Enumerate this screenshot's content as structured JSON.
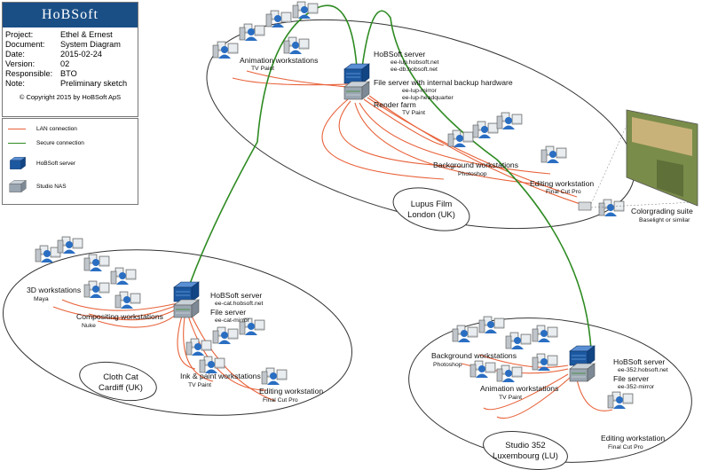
{
  "title": {
    "company": "HoBSoft",
    "rows": [
      {
        "label": "Project:",
        "value": "Ethel & Ernest"
      },
      {
        "label": "Document:",
        "value": "System Diagram"
      },
      {
        "label": "Date:",
        "value": "2015-02-24"
      },
      {
        "label": "Version:",
        "value": "02"
      },
      {
        "label": "Responsible:",
        "value": "BTO"
      },
      {
        "label": "Note:",
        "value": "Preliminary sketch"
      }
    ],
    "copyright": "© Copyright 2015 by HoBSoft ApS"
  },
  "legend": {
    "lan": "LAN connection",
    "secure": "Secure connection",
    "server": "HoBSoft server",
    "nas": "Studio NAS"
  },
  "colors": {
    "lan": "#e8623a",
    "secure": "#2e8b22",
    "server": "#1c58a0",
    "nas": "#8c9aa8",
    "banner": "#1a4f86"
  },
  "london": {
    "site_line1": "Lupus Film",
    "site_line2": "London (UK)",
    "animation": {
      "title": "Animation workstations",
      "sub": "TV Paint"
    },
    "server": {
      "title": "HoBSoft server",
      "sub1": "ee-lup.hobsoft.net",
      "sub2": "ee-db.hobsoft.net"
    },
    "fileserver": {
      "title": "File server with internal backup hardware",
      "sub1": "ee-lup-mirror",
      "sub2": "ee-lup-headquarter"
    },
    "renderfarm": {
      "title": "Render farm",
      "sub": "TV Paint"
    },
    "background": {
      "title": "Background workstations",
      "sub": "Photoshop"
    },
    "editing": {
      "title": "Editing workstation",
      "sub": "Final Cut Pro"
    },
    "colorgrading": {
      "title": "Colorgrading suite",
      "sub": "Baselight or similar"
    }
  },
  "cardiff": {
    "site_line1": "Cloth Cat",
    "site_line2": "Cardiff (UK)",
    "workstations3d": {
      "title": "3D workstations",
      "sub": "Maya"
    },
    "compositing": {
      "title": "Compositing workstations",
      "sub": "Nuke"
    },
    "server": {
      "title": "HoBSoft server",
      "sub": "ee-cat.hobsoft.net"
    },
    "fileserver": {
      "title": "File server",
      "sub": "ee-cat-mirror"
    },
    "inkpaint": {
      "title": "Ink & paint workstations",
      "sub": "TV Paint"
    },
    "editing": {
      "title": "Editing workstation",
      "sub": "Final Cut Pro"
    }
  },
  "luxembourg": {
    "site_line1": "Studio 352",
    "site_line2": "Luxembourg (LU)",
    "background": {
      "title": "Background workstations",
      "sub": "Photoshop"
    },
    "animation": {
      "title": "Animation workstations",
      "sub": "TV Paint"
    },
    "server": {
      "title": "HoBSoft server",
      "sub": "ee-352.hobsoft.net"
    },
    "fileserver": {
      "title": "File server",
      "sub": "ee-352-mirror"
    },
    "editing": {
      "title": "Editing workstation",
      "sub": "Final Cut Pro"
    }
  }
}
